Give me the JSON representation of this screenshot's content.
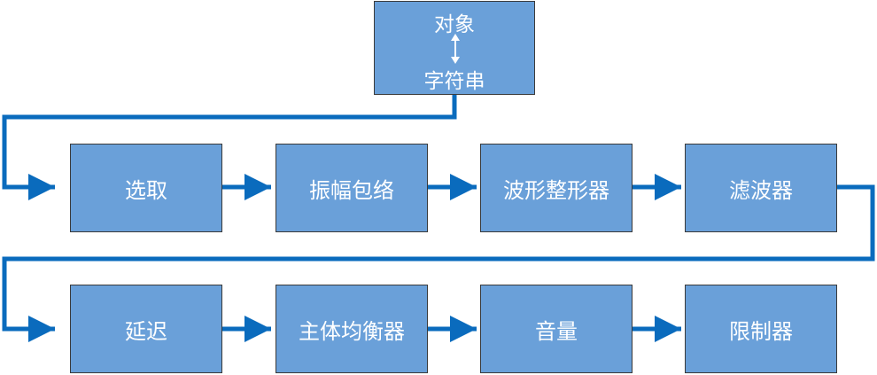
{
  "source": {
    "top_text": "对象",
    "bottom_text": "字符串",
    "arrow_icon": "double-arrow-icon"
  },
  "row1": [
    "选取",
    "振幅包络",
    "波形整形器",
    "滤波器"
  ],
  "row2": [
    "延迟",
    "主体均衡器",
    "音量",
    "限制器"
  ],
  "colors": {
    "box_fill": "#6aa0d9",
    "box_border": "#3a3a3a",
    "connector": "#0a6bbd",
    "text": "#ffffff"
  }
}
